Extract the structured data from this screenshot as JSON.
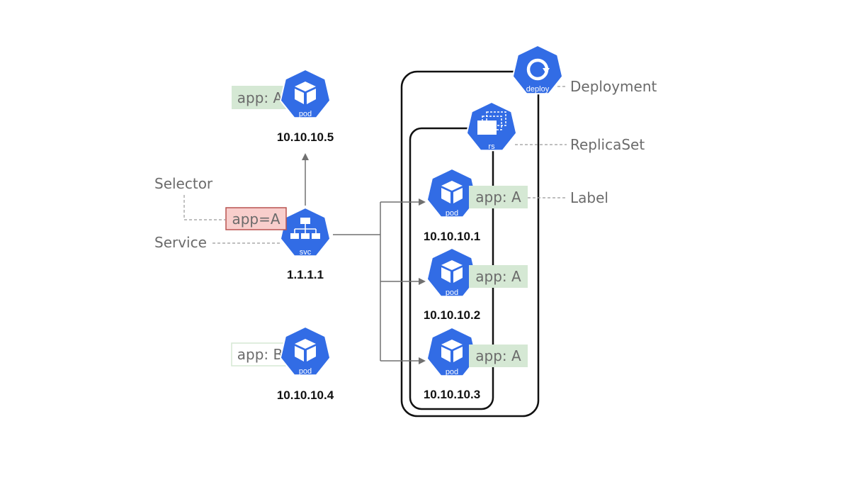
{
  "colors": {
    "k8s_blue": "#326ce5",
    "label_green_bg": "#d5e8d4",
    "selector_red_bg": "#f8cecc",
    "selector_red_border": "#b85450",
    "dashed_line": "#999999",
    "arrow": "#707070"
  },
  "annotations": {
    "deployment": "Deployment",
    "replicaset": "ReplicaSet",
    "label": "Label",
    "selector": "Selector",
    "service": "Service"
  },
  "deploy": {
    "icon": "deploy-icon",
    "caption": "deploy"
  },
  "replicaset": {
    "icon": "rs-icon",
    "caption": "rs"
  },
  "service": {
    "icon": "svc-icon",
    "caption": "svc",
    "ip": "1.1.1.1",
    "selector": "app=A"
  },
  "pods": {
    "p5": {
      "icon": "pod-icon",
      "caption": "pod",
      "ip": "10.10.10.5",
      "label": "app: A"
    },
    "p4": {
      "icon": "pod-icon",
      "caption": "pod",
      "ip": "10.10.10.4",
      "label": "app: B"
    },
    "p1": {
      "icon": "pod-icon",
      "caption": "pod",
      "ip": "10.10.10.1",
      "label": "app: A"
    },
    "p2": {
      "icon": "pod-icon",
      "caption": "pod",
      "ip": "10.10.10.2",
      "label": "app: A"
    },
    "p3": {
      "icon": "pod-icon",
      "caption": "pod",
      "ip": "10.10.10.3",
      "label": "app: A"
    }
  }
}
